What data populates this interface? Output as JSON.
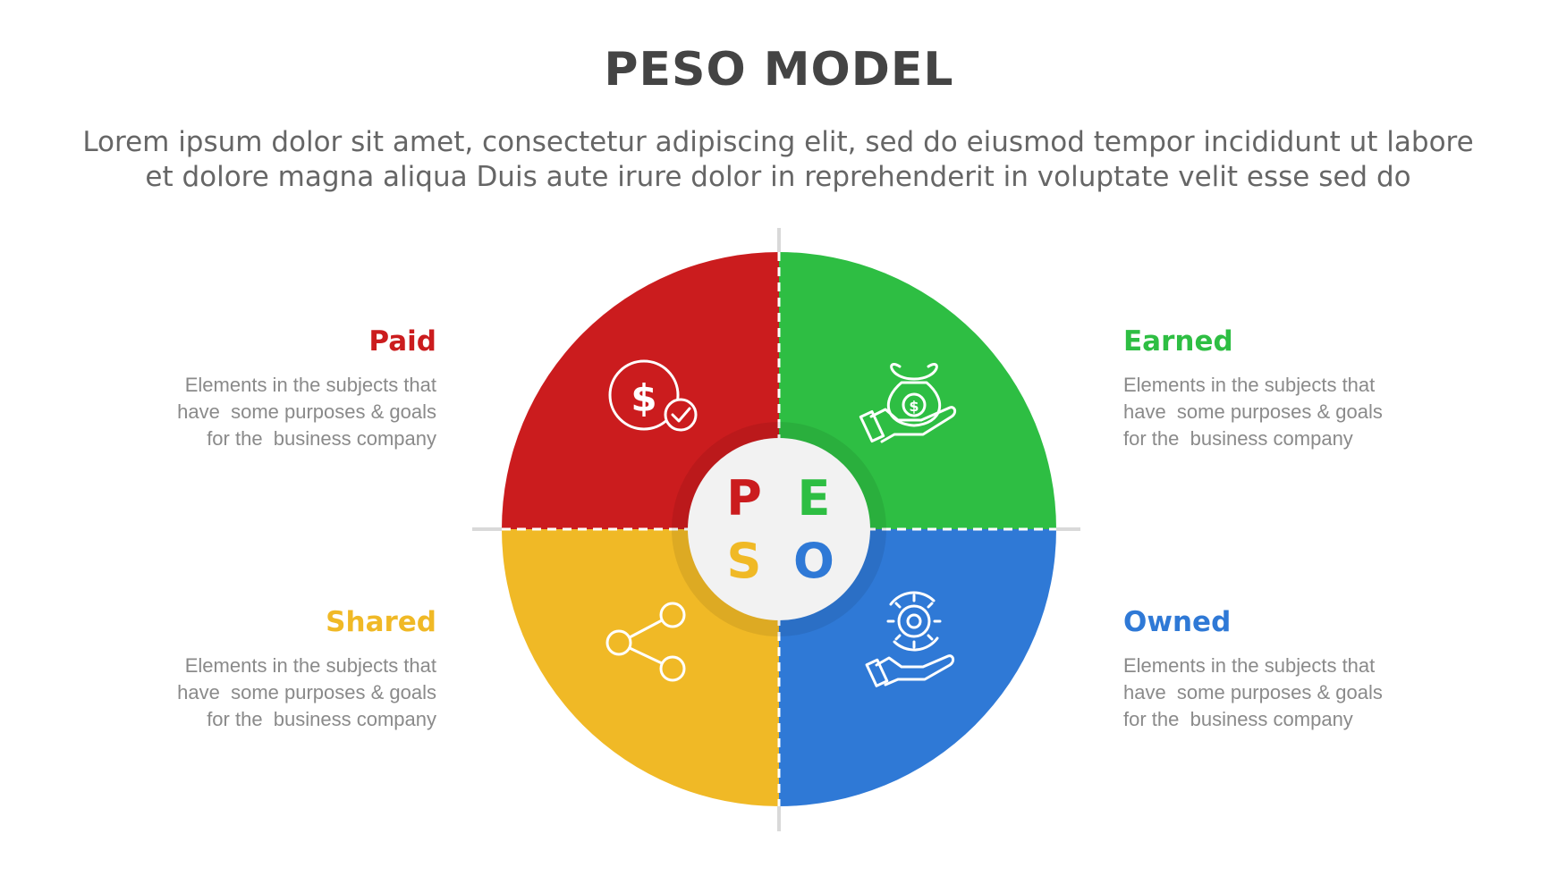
{
  "title": "PESO MODEL",
  "subtitle": {
    "line1": "Lorem ipsum dolor sit amet, consectetur adipiscing elit, sed do eiusmod tempor incididunt ut labore",
    "line2": "et dolore magna aliqua Duis aute irure dolor in reprehenderit in voluptate velit esse sed do"
  },
  "colors": {
    "paid": "#cb1c1e",
    "earned": "#2ebe43",
    "shared": "#f0b926",
    "owned": "#2f79d6",
    "center": "#f2f2f2",
    "title": "#444444"
  },
  "segments": {
    "paid": {
      "label": "Paid",
      "icon": "dollar-check-icon",
      "desc": [
        "Elements in the subjects that",
        "have  some purposes & goals",
        "for the  business company"
      ]
    },
    "earned": {
      "label": "Earned",
      "icon": "money-bag-hand-icon",
      "desc": [
        "Elements in the subjects that",
        "have  some purposes & goals",
        "for the  business company"
      ]
    },
    "shared": {
      "label": "Shared",
      "icon": "share-icon",
      "desc": [
        "Elements in the subjects that",
        "have  some purposes & goals",
        "for the  business company"
      ]
    },
    "owned": {
      "label": "Owned",
      "icon": "gear-hand-icon",
      "desc": [
        "Elements in the subjects that",
        "have  some purposes & goals",
        "for the  business company"
      ]
    }
  },
  "center_letters": {
    "p": "P",
    "e": "E",
    "s": "S",
    "o": "O"
  }
}
